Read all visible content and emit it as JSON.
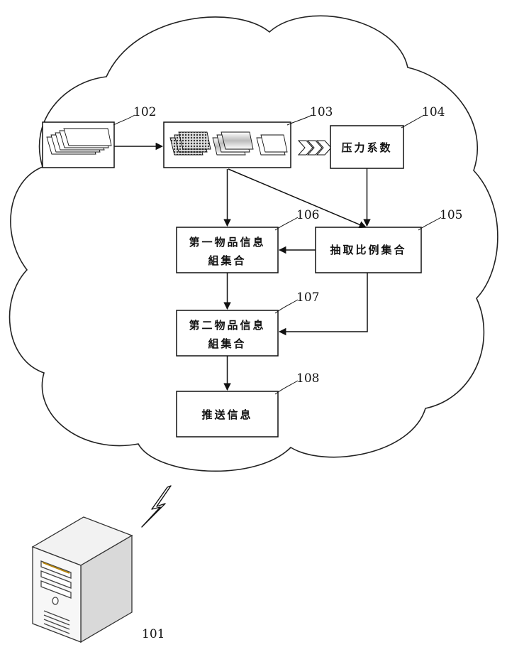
{
  "labels": {
    "n101": "101",
    "n102": "102",
    "n103": "103",
    "n104": "104",
    "n105": "105",
    "n106": "106",
    "n107": "107",
    "n108": "108"
  },
  "boxes": {
    "pressure": "压力系数",
    "extract": "抽取比例集合",
    "first_line1": "第一物品信息",
    "first_line2": "組集合",
    "second_line1": "第二物品信息",
    "second_line2": "組集合",
    "push": "推送信息"
  },
  "icons": {
    "cloud": "cloud-outline",
    "lightning": "wireless-link-bolt",
    "server": "server-tower",
    "docs_raw": "document-stack",
    "docs_processed": "document-stack-grouped",
    "chevrons": "triple-chevron-right"
  }
}
